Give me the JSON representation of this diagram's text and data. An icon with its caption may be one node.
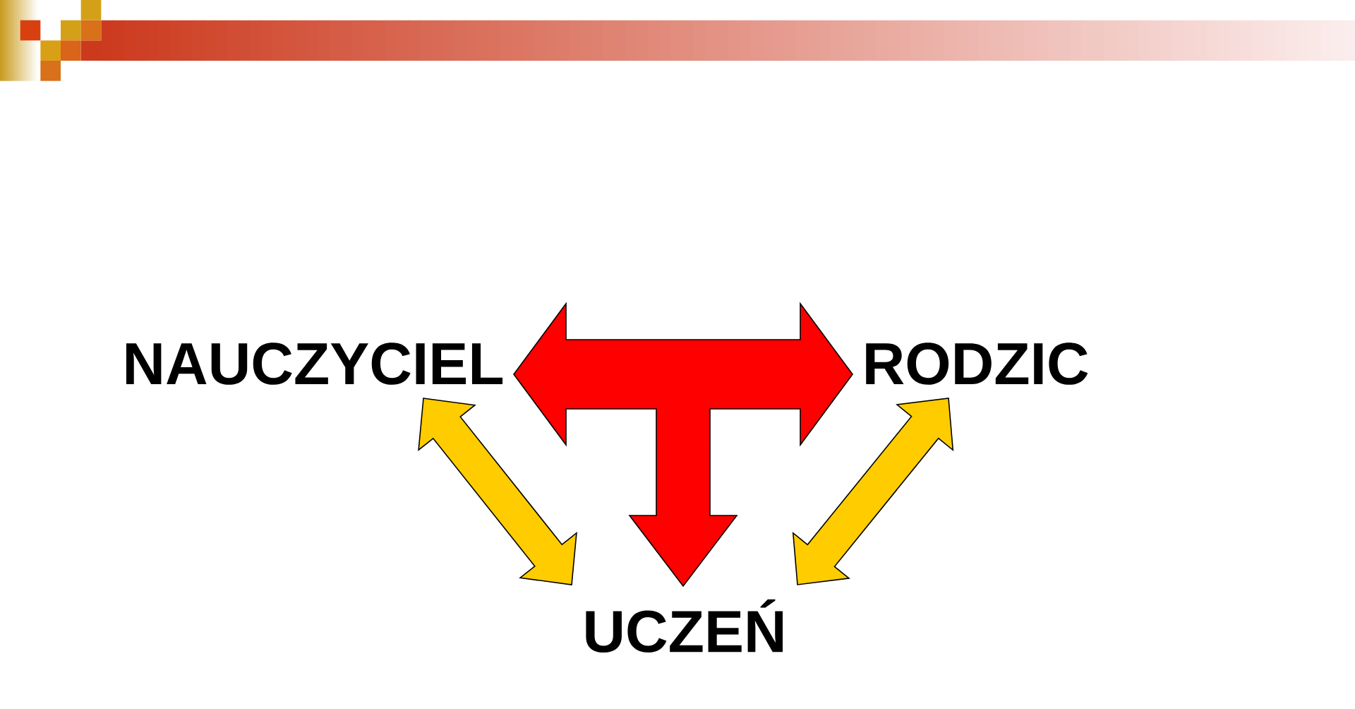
{
  "diagram": {
    "nodes": [
      {
        "text": [
          "NAUCZYCIEL"
        ]
      },
      {
        "text": [
          "RODZIC"
        ]
      },
      {
        "text": [
          "UCZEŃ"
        ]
      }
    ],
    "edges": [
      {
        "from": 0,
        "to": 1,
        "arrow": "both"
      },
      {
        "from": null,
        "to": 2,
        "arrow": "to"
      },
      {
        "from": 0,
        "to": 2,
        "arrow": "both",
        "color": "#ffcc00"
      },
      {
        "from": 1,
        "to": 2,
        "arrow": "both",
        "color": "#ffcc00"
      }
    ]
  }
}
